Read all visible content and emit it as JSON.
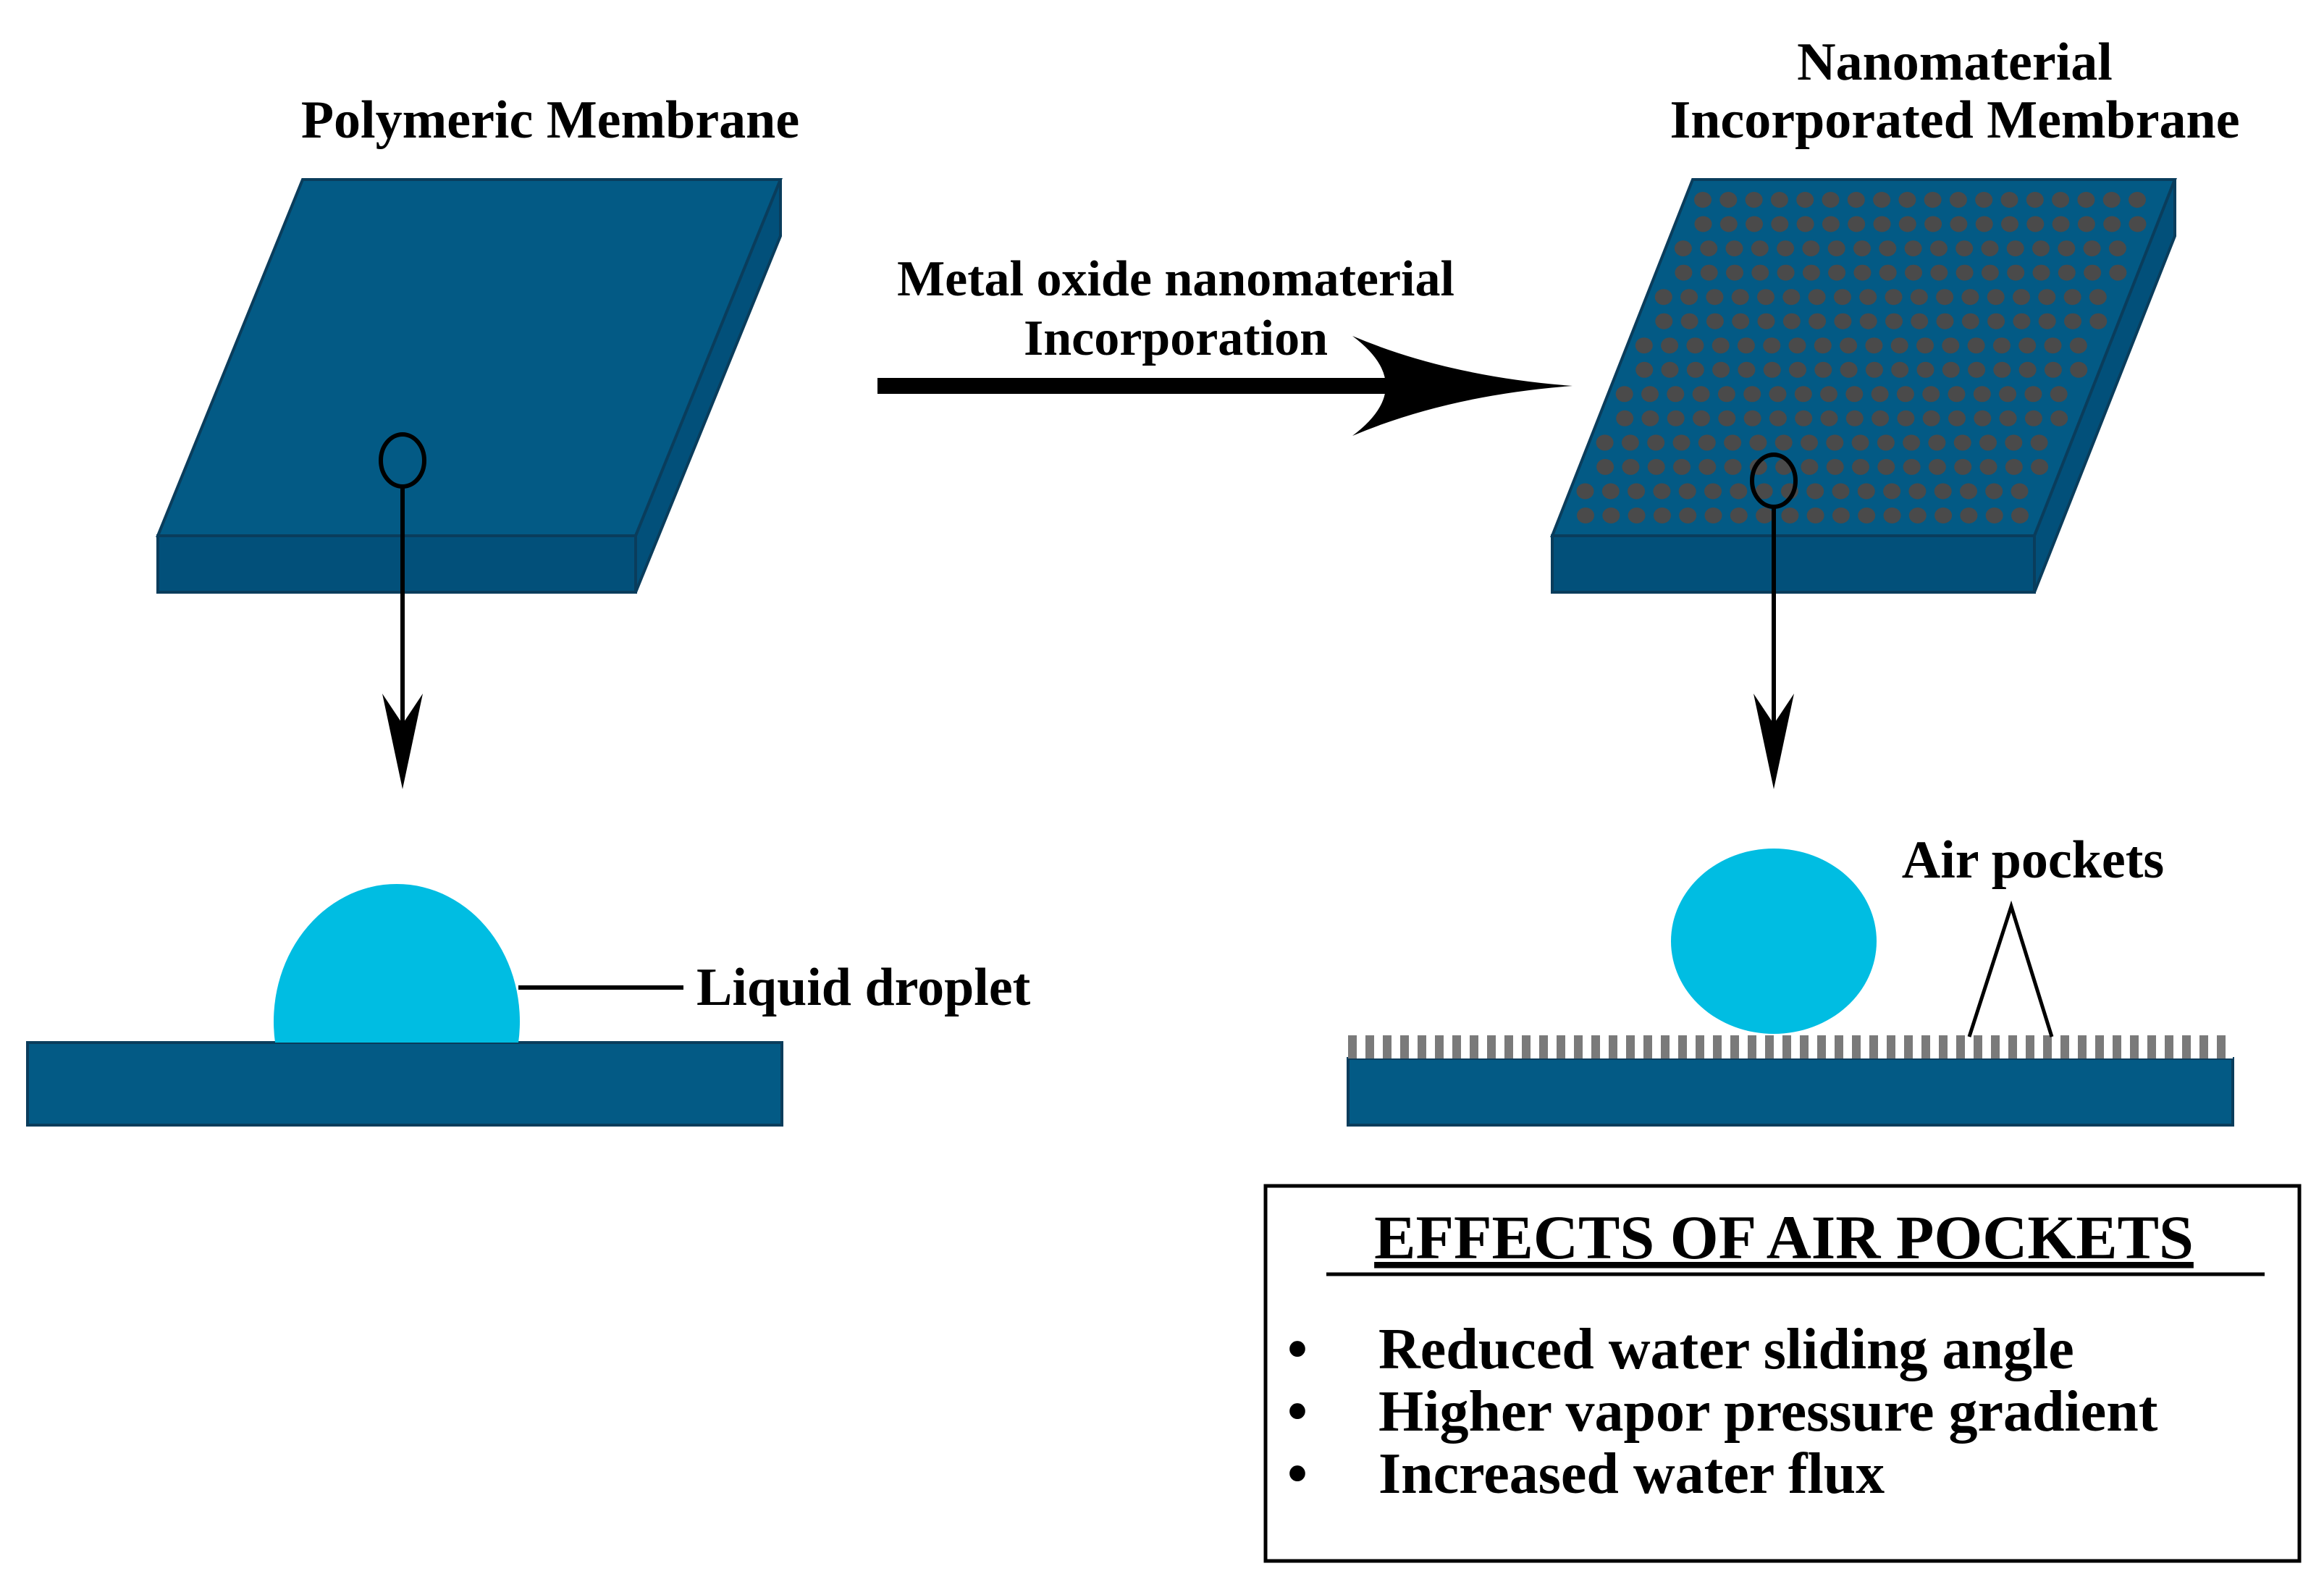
{
  "colors": {
    "membrane_top": "#035a85",
    "membrane_side": "#02507a",
    "membrane_edge": "#0a3d5c",
    "nanoparticle": "#4a4a4a",
    "droplet": "#00bde2",
    "air_pocket_stripe": "#7a7a7a",
    "line": "#000000",
    "background": "#ffffff"
  },
  "labels": {
    "left_title": "Polymeric Membrane",
    "right_title_line1": "Nanomaterial",
    "right_title_line2": "Incorporated Membrane",
    "arrow_line1": "Metal oxide nanomaterial",
    "arrow_line2": "Incorporation",
    "liquid_droplet": "Liquid droplet",
    "air_pockets": "Air pockets"
  },
  "effects_box": {
    "title": "EFFECTS OF AIR POCKETS",
    "bullet_symbol": "•",
    "items": [
      "Reduced water sliding angle",
      "Higher vapor pressure gradient",
      "Increased water flux"
    ]
  }
}
